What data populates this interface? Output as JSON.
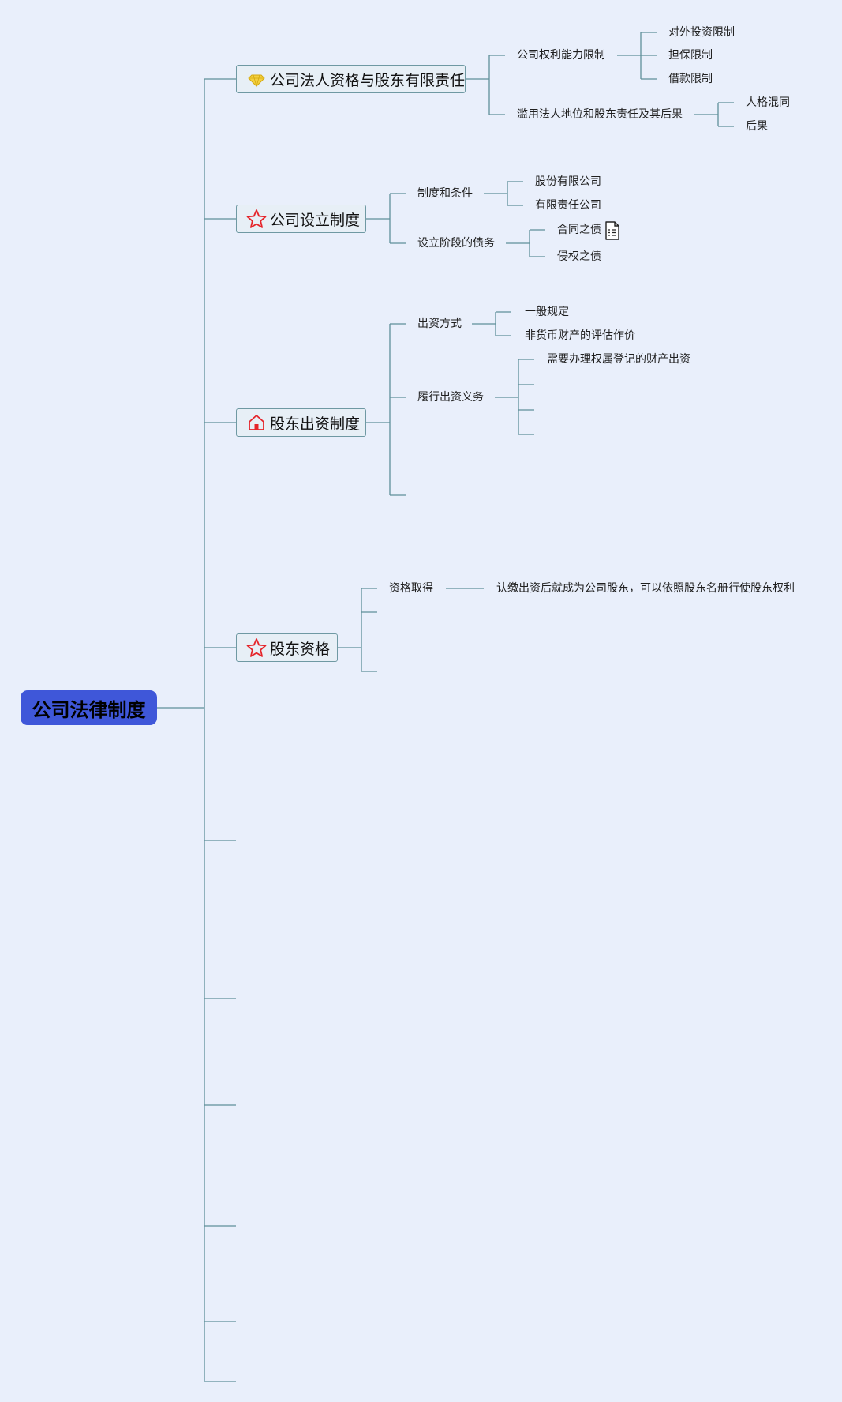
{
  "root": {
    "label": "公司法律制度"
  },
  "colors": {
    "background": "#e9effb",
    "root_fill": "#3f57d9",
    "connector": "#5f8f99",
    "branch_border": "#6f99a3",
    "branch_fill": "#e7eff6",
    "star_icon": "#e5242a",
    "house_icon": "#e5242a",
    "diamond_icon": "#f4d03f"
  },
  "branches": [
    {
      "label": "公司法人资格与股东有限责任",
      "icon": "diamond-icon",
      "children": [
        {
          "label": "公司权利能力限制",
          "children": [
            "对外投资限制",
            "担保限制",
            "借款限制"
          ]
        },
        {
          "label": "滥用法人地位和股东责任及其后果",
          "children": [
            "人格混同",
            "后果"
          ]
        }
      ]
    },
    {
      "label": "公司设立制度",
      "icon": "star-icon",
      "children": [
        {
          "label": "制度和条件",
          "children": [
            "股份有限公司",
            "有限责任公司"
          ]
        },
        {
          "label": "设立阶段的债务",
          "children": [
            "合同之债",
            "侵权之债"
          ],
          "note_icon": "document-icon"
        }
      ]
    },
    {
      "label": "股东出资制度",
      "icon": "house-icon",
      "children": [
        {
          "label": "出资方式",
          "children": [
            "一般规定",
            "非货币财产的评估作价"
          ]
        },
        {
          "label": "履行出资义务",
          "children": [
            "需要办理权属登记的财产出资",
            "",
            "",
            ""
          ]
        },
        {
          "label": "",
          "children": []
        }
      ]
    },
    {
      "label": "股东资格",
      "icon": "star-icon",
      "children": [
        {
          "label": "资格取得",
          "children": [
            "认缴出资后就成为公司股东，可以依照股东名册行使股东权利"
          ]
        },
        {
          "label": "",
          "children": []
        },
        {
          "label": "",
          "children": []
        }
      ]
    },
    {
      "label": "",
      "children": []
    },
    {
      "label": "",
      "children": []
    },
    {
      "label": "",
      "children": []
    },
    {
      "label": "",
      "children": []
    },
    {
      "label": "",
      "children": []
    },
    {
      "label": "",
      "children": []
    }
  ]
}
